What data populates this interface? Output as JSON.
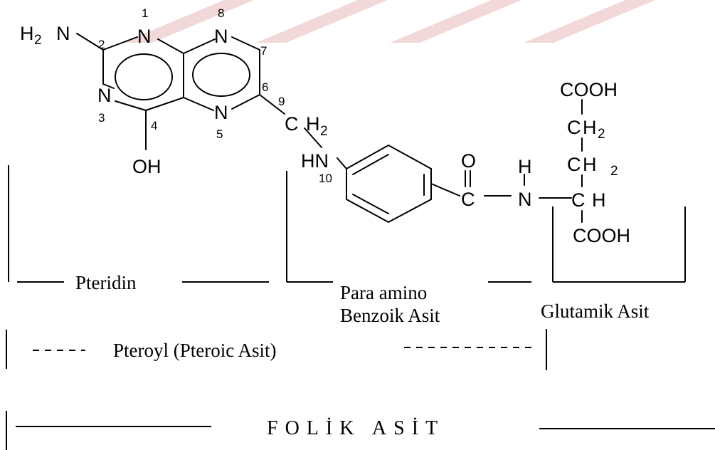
{
  "colors": {
    "watermark": "#f2d8d8",
    "ink": "#000000"
  },
  "molecule": {
    "atoms": {
      "amino": "H",
      "amino_sub": "2",
      "amino_n": "N",
      "n1": "N",
      "n3": "N",
      "n5": "N",
      "n8": "N",
      "oh": "OH",
      "ch2_c": "C",
      "ch2_h": "H",
      "ch2_sub": "2",
      "hn": "HN",
      "carbonyl_o": "O",
      "carbonyl_c": "C",
      "amide_h": "H",
      "amide_n": "N",
      "cooh_top": "COOH",
      "glu_ch2a_c": "C",
      "glu_ch2a_h": "H",
      "glu_ch2a_sub": "2",
      "glu_ch2b_c": "C",
      "glu_ch2b_h": "H",
      "glu_ch2b_sub": "2",
      "glu_ch_c": "C",
      "glu_ch_h": "H",
      "cooh_bottom": "COOH"
    },
    "numbers": {
      "n1": "1",
      "n2": "2",
      "n3": "3",
      "n4": "4",
      "n5": "5",
      "n6": "6",
      "n7": "7",
      "n8": "8",
      "n9": "9",
      "n10": "10"
    }
  },
  "labels": {
    "pteridin": "Pteridin",
    "paba_line1": "Para amino",
    "paba_line2": "Benzoik Asit",
    "glutamik": "Glutamik Asit",
    "pteroyl": "Pteroyl (Pteroic Asit)",
    "folik": "FOLİK ASİT"
  }
}
